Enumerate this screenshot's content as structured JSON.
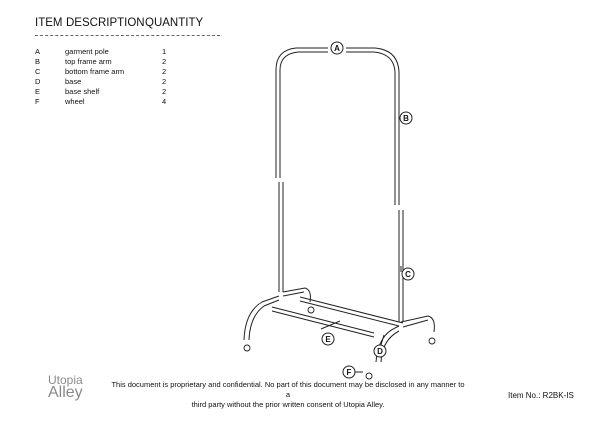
{
  "header": {
    "item": "ITEM",
    "description": "DESCRIPTION",
    "quantity": "QUANTITY"
  },
  "parts": [
    {
      "item": "A",
      "description": "garment pole",
      "quantity": "1"
    },
    {
      "item": "B",
      "description": "top frame arm",
      "quantity": "2"
    },
    {
      "item": "C",
      "description": "bottom frame arm",
      "quantity": "2"
    },
    {
      "item": "D",
      "description": "base",
      "quantity": "2"
    },
    {
      "item": "E",
      "description": "base shelf",
      "quantity": "2"
    },
    {
      "item": "F",
      "description": "wheel",
      "quantity": "4"
    }
  ],
  "callouts": {
    "a": "A",
    "b": "B",
    "c": "C",
    "d": "D",
    "e": "E",
    "f": "F"
  },
  "logo": {
    "line1": "Utopia",
    "line2": "Alley"
  },
  "footer": {
    "line1": "This document is proprietary and confidential. No part of this document may be disclosed in any manner to a",
    "line2": "third party without the prior written consent of Utopia Alley."
  },
  "item_no": "Item No.: R2BK-IS"
}
